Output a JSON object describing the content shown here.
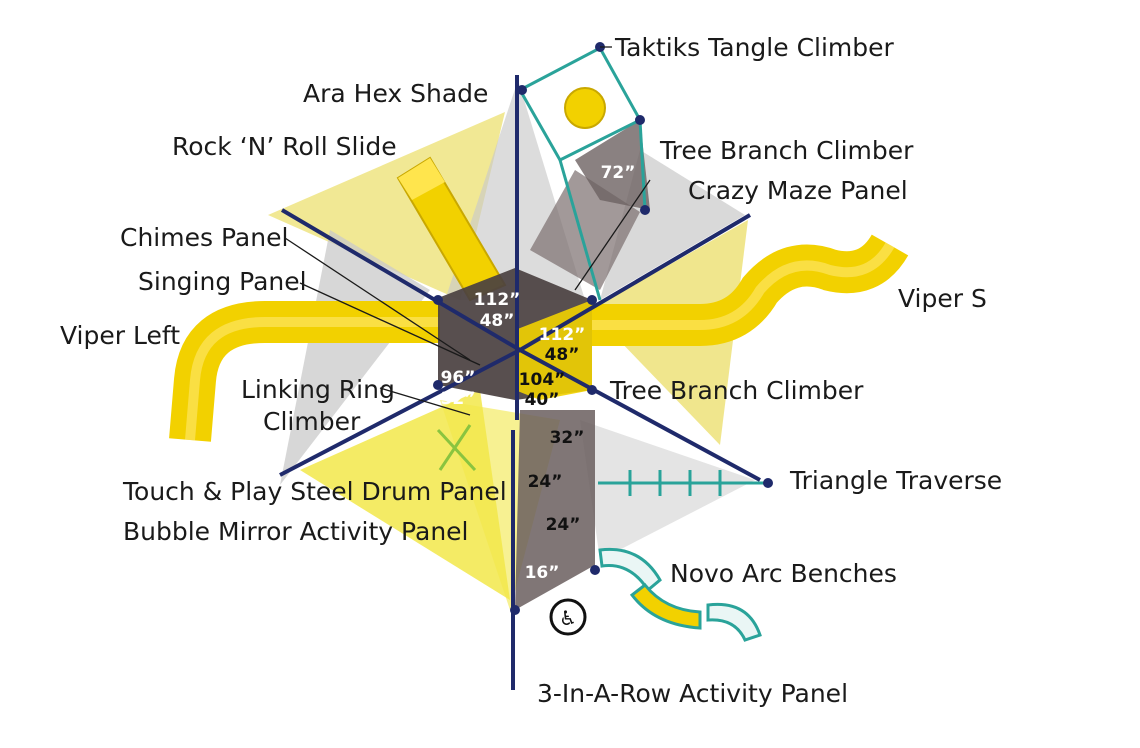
{
  "labels": {
    "taktiks": "Taktiks Tangle Climber",
    "ara": "Ara Hex Shade",
    "rocknroll": "Rock ‘N’ Roll Slide",
    "tree_branch_top": "Tree Branch Climber",
    "crazy_maze": "Crazy Maze Panel",
    "chimes": "Chimes Panel",
    "singing": "Singing Panel",
    "viper_s": "Viper S",
    "viper_left": "Viper Left",
    "linking_ring_1": "Linking Ring",
    "linking_ring_2": "Climber",
    "tree_branch_right": "Tree Branch Climber",
    "triangle_traverse": "Triangle Traverse",
    "steel_drum": "Touch & Play Steel Drum Panel",
    "bubble_mirror": "Bubble Mirror Activity Panel",
    "novo_arc": "Novo Arc Benches",
    "three_in_a_row": "3-In-A-Row Activity Panel"
  },
  "dimensions": {
    "d72": "72”",
    "d112a": "112”",
    "d48a": "48”",
    "d112b": "112”",
    "d48b": "48”",
    "d96": "96”",
    "d32a": "32”",
    "d104": "104”",
    "d40": "40”",
    "d32b": "32”",
    "d24a": "24”",
    "d24b": "24”",
    "d16": "16”"
  },
  "icons": {
    "accessibility": "wheelchair-accessible-icon"
  },
  "colors": {
    "yellow": "#f2d100",
    "yellow_shade": "#ece070",
    "gray_shade": "#c9c9c9",
    "deck_dark": "#4a4040",
    "post_navy": "#1f2a6b",
    "teal": "#2aa39a"
  }
}
